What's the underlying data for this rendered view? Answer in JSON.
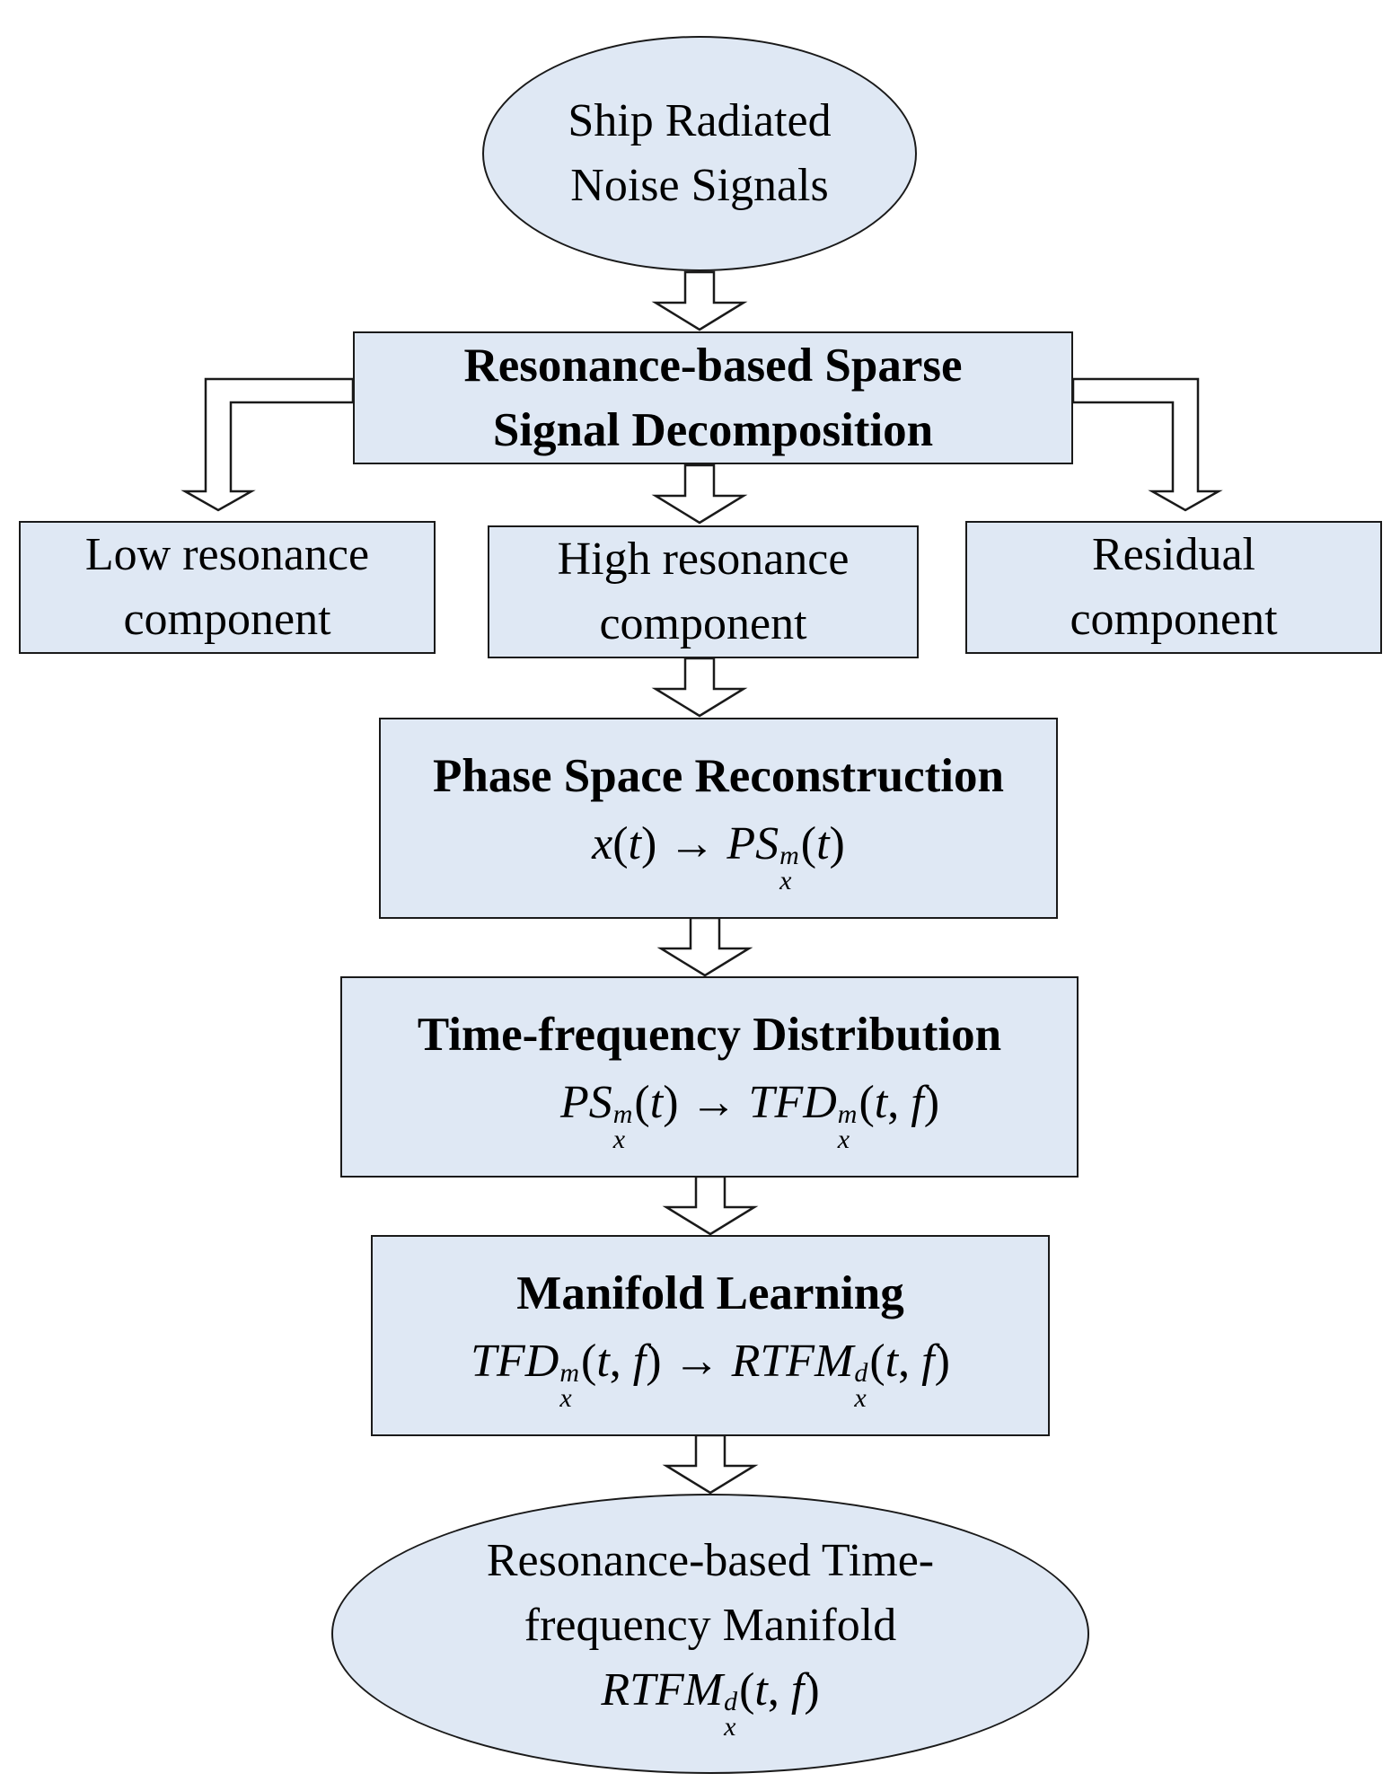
{
  "nodes": {
    "input": {
      "line1": "Ship Radiated",
      "line2": "Noise Signals"
    },
    "decomposition": {
      "line1": "Resonance-based Sparse",
      "line2": "Signal Decomposition"
    },
    "low": {
      "line1": "Low resonance",
      "line2": "component"
    },
    "high": {
      "line1": "High resonance",
      "line2": "component"
    },
    "residual": {
      "line1": "Residual",
      "line2": "component"
    },
    "phase_space": {
      "title": "Phase Space Reconstruction"
    },
    "tfd": {
      "title": "Time-frequency Distribution"
    },
    "manifold": {
      "title": "Manifold Learning"
    },
    "output": {
      "line1": "Resonance-based Time-",
      "line2": "frequency Manifold"
    }
  },
  "math": {
    "x": "x",
    "t": "t",
    "f": "f",
    "arrow": "→",
    "ps": "PS",
    "tfd": "TFD",
    "rtfm": "RTFM",
    "sup_m": "m",
    "sup_d": "d",
    "sub_x": "x"
  },
  "colors": {
    "box_fill": "#dfe8f4",
    "outline": "#1a1a1a"
  }
}
